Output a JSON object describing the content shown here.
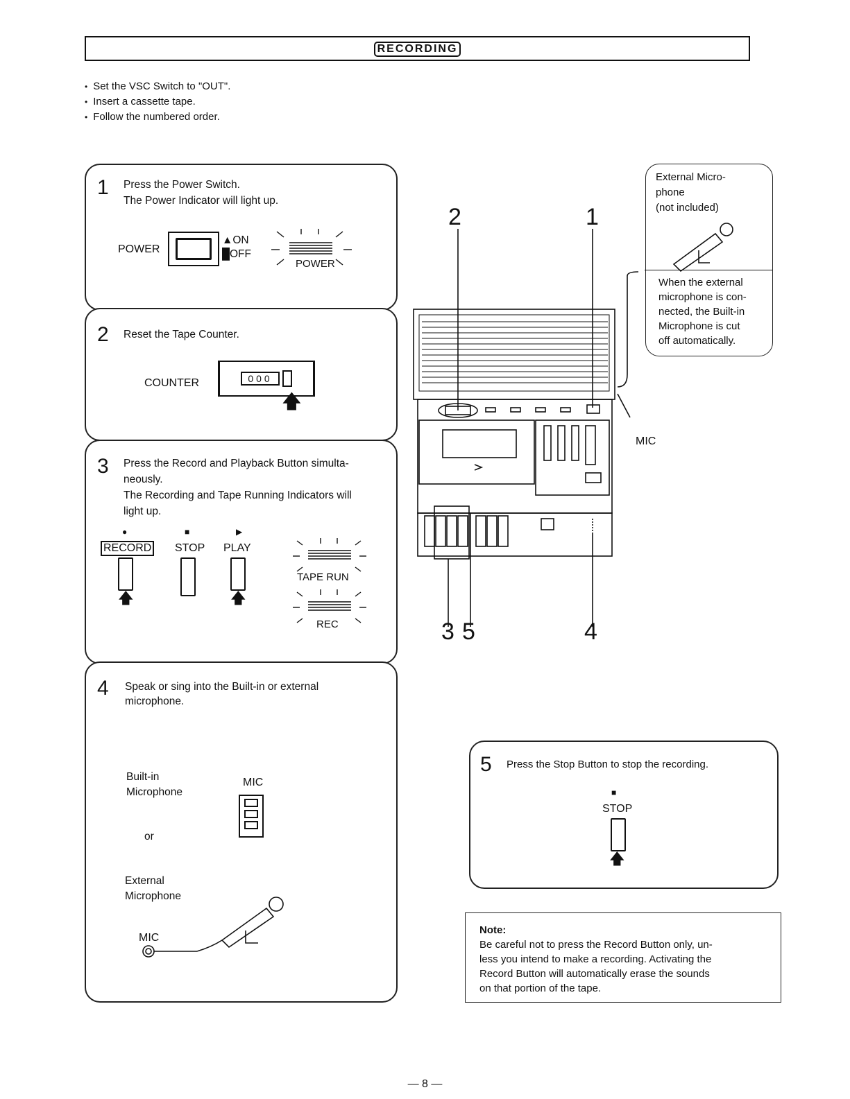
{
  "header": {
    "title": "RECORDING"
  },
  "intro": {
    "bullets": [
      "Set the VSC Switch to \"OUT\".",
      "Insert a cassette tape.",
      "Follow the numbered order."
    ]
  },
  "steps": {
    "s1": {
      "num": "1",
      "line1": "Press the Power Switch.",
      "line2": "The Power Indicator will light up.",
      "power_label": "POWER",
      "on_label": "ON",
      "off_label": "OFF",
      "indicator_label": "POWER"
    },
    "s2": {
      "num": "2",
      "line1": "Reset the Tape Counter.",
      "counter_label": "COUNTER",
      "counter_value": "000"
    },
    "s3": {
      "num": "3",
      "line1": "Press the Record and Playback Button simulta-",
      "line2": "neously.",
      "line3": "The Recording and Tape Running Indicators will",
      "line4": "light up.",
      "record_label": "RECORD",
      "stop_label": "STOP",
      "play_label": "PLAY",
      "taperun_label": "TAPE RUN",
      "rec_label": "REC"
    },
    "s4": {
      "num": "4",
      "line1": "Speak or sing into the Built-in or external",
      "line2": "microphone.",
      "builtin_l1": "Built-in",
      "builtin_l2": "Microphone",
      "or": "or",
      "mic_label": "MIC",
      "external_l1": "External",
      "external_l2": "Microphone",
      "mic_jack_label": "MIC"
    },
    "s5": {
      "num": "5",
      "line1": "Press the Stop Button to stop the recording.",
      "stop_label": "STOP"
    }
  },
  "callout": {
    "l1": "External Micro-",
    "l2": "phone",
    "l3": "(not included)",
    "n1": "When the external",
    "n2": "microphone is con-",
    "n3": "nected, the Built-in",
    "n4": "Microphone is cut",
    "n5": "off automatically."
  },
  "device": {
    "labels": {
      "n1": "1",
      "n2": "2",
      "n3": "3",
      "n4": "4",
      "n5": "5",
      "mic": "MIC"
    }
  },
  "note": {
    "heading": "Note:",
    "l1": "Be careful not to press the Record Button only, un-",
    "l2": "less you intend to make a recording. Activating the",
    "l3": "Record Button will automatically erase the sounds",
    "l4": "on that portion of the tape."
  },
  "footer": {
    "page": "— 8 —"
  }
}
